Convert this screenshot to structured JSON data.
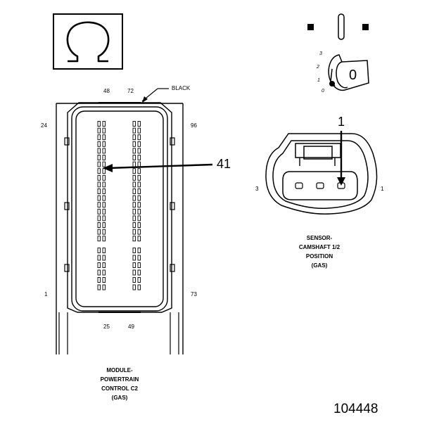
{
  "ohm_symbol": "Ω",
  "c2": {
    "pin_labels": {
      "p48": "48",
      "p72": "72",
      "p24": "24",
      "p96": "96",
      "p1": "1",
      "p73": "73",
      "p25": "25",
      "p49": "49"
    },
    "color_label": "BLACK",
    "callout": "41",
    "caption": [
      "MODULE-",
      "POWERTRAIN",
      "CONTROL C2",
      "(GAS)"
    ]
  },
  "key": {
    "positions": [
      "3",
      "2",
      "1",
      "0"
    ],
    "cylinder_label": "0"
  },
  "sensor": {
    "callout": "1",
    "pin_left": "3",
    "pin_right": "1",
    "caption": [
      "SENSOR-",
      "CAMSHAFT 1/2",
      "POSITION",
      "(GAS)"
    ]
  },
  "figure_id": "104448"
}
